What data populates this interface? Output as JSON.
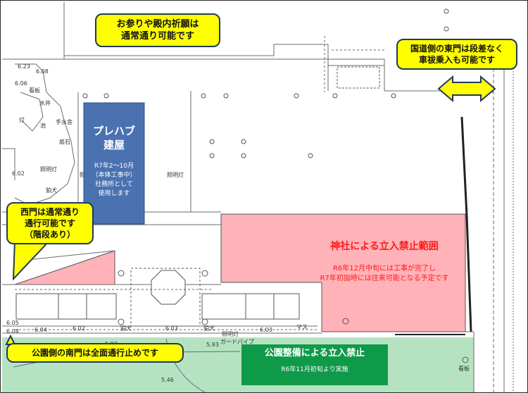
{
  "map": {
    "callouts": {
      "worship": {
        "line1": "お参りや殿内祈願は",
        "line2": "通常通り可能です"
      },
      "east_gate": {
        "line1": "国道側の東門は段差なく",
        "line2": "車祓乗入も可能です"
      },
      "west_gate": {
        "line1": "西門は通常通り",
        "line2": "通行可能です",
        "line3": "（階段あり）"
      },
      "south_gate": {
        "text": "公園側の南門は全面通行止めです"
      }
    },
    "prefab": {
      "title_line1": "プレハブ",
      "title_line2": "建屋",
      "period": "R7年2～10月",
      "note1": "（本体工事中）",
      "note2": "社務所として",
      "note3": "使用します"
    },
    "shrine_zone": {
      "title": "神社による立入禁止範囲",
      "line1": "R6年12月中旬には工事が完了し",
      "line2": "R7年初詣時には往来可能となる予定です"
    },
    "park_zone": {
      "title": "公園整備による立入禁止",
      "subtitle": "R6年11月初旬より実施"
    },
    "plan_labels": {
      "temizuya": "手水舎",
      "teiseki": "庭石",
      "shomeito_1": "照明灯",
      "shomeito_2": "照明灯",
      "shomeito_3": "照明灯",
      "shomeito_4": "照明灯",
      "koinu_1": "狛犬",
      "koinu_2": "狛犬",
      "koinu_3": "狛犬",
      "kanban_1": "看板",
      "kanban_2": "看板",
      "ike": "池",
      "toro": "灯",
      "sui": "水井",
      "guard_pipe": "ガードパイプ",
      "mas": "マス",
      "elev_1": "6.05",
      "elev_2": "6.04",
      "elev_3": "6.04",
      "elev_4": "6.02",
      "elev_5": "6.03",
      "elev_6": "6.03",
      "elev_7": "5.93",
      "elev_8": "5.92",
      "elev_9": "5.46",
      "elev_10": "6.06",
      "elev_11": "6.02",
      "elev_12": "6.08",
      "elev_13": "6.23"
    },
    "colors": {
      "callout_fill": "#ffff00",
      "prefab_fill": "#4a72b0",
      "shrine_zone_fill": "#ffb2b8",
      "shrine_zone_text": "#ff1a1a",
      "park_zone_fill": "#b5e3c2",
      "park_label_fill": "#0f9a4a",
      "arrow_fill": "#ffff00",
      "plan_line": "#6b6b6b"
    }
  }
}
